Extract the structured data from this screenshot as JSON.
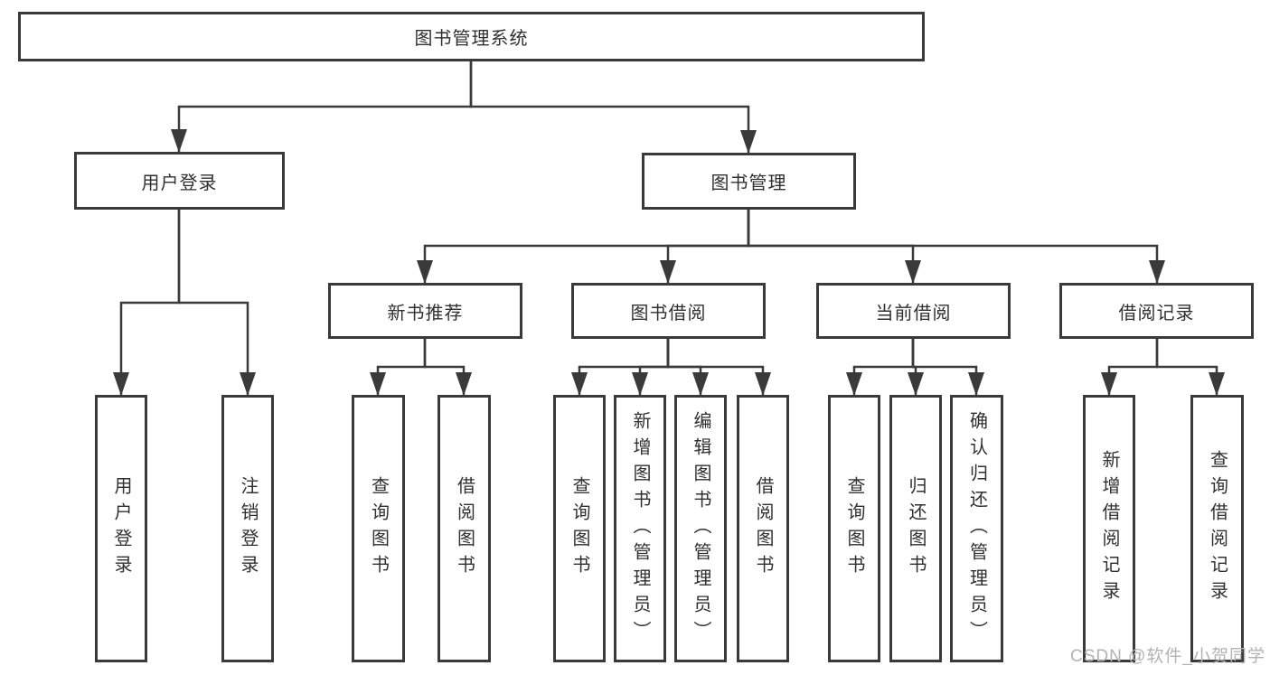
{
  "diagram": {
    "root": {
      "label": "图书管理系统"
    },
    "branches": [
      {
        "label": "用户登录",
        "children": [
          {
            "label": "用户登录"
          },
          {
            "label": "注销登录"
          }
        ]
      },
      {
        "label": "图书管理",
        "children": [
          {
            "label": "新书推荐",
            "children": [
              {
                "label": "查询图书"
              },
              {
                "label": "借阅图书"
              }
            ]
          },
          {
            "label": "图书借阅",
            "children": [
              {
                "label": "查询图书"
              },
              {
                "label": "新增图书（管理员）"
              },
              {
                "label": "编辑图书（管理员）"
              },
              {
                "label": "借阅图书"
              }
            ]
          },
          {
            "label": "当前借阅",
            "children": [
              {
                "label": "查询图书"
              },
              {
                "label": "归还图书"
              },
              {
                "label": "确认归还（管理员）"
              }
            ]
          },
          {
            "label": "借阅记录",
            "children": [
              {
                "label": "新增借阅记录"
              },
              {
                "label": "查询借阅记录"
              }
            ]
          }
        ]
      }
    ]
  },
  "watermark": {
    "text": "CSDN @软件_小贺同学"
  },
  "colors": {
    "line": "#3a3a3a",
    "box_border": "#3a3a3a",
    "text": "#303030",
    "watermark": "#b3b3b3",
    "background": "#ffffff"
  }
}
